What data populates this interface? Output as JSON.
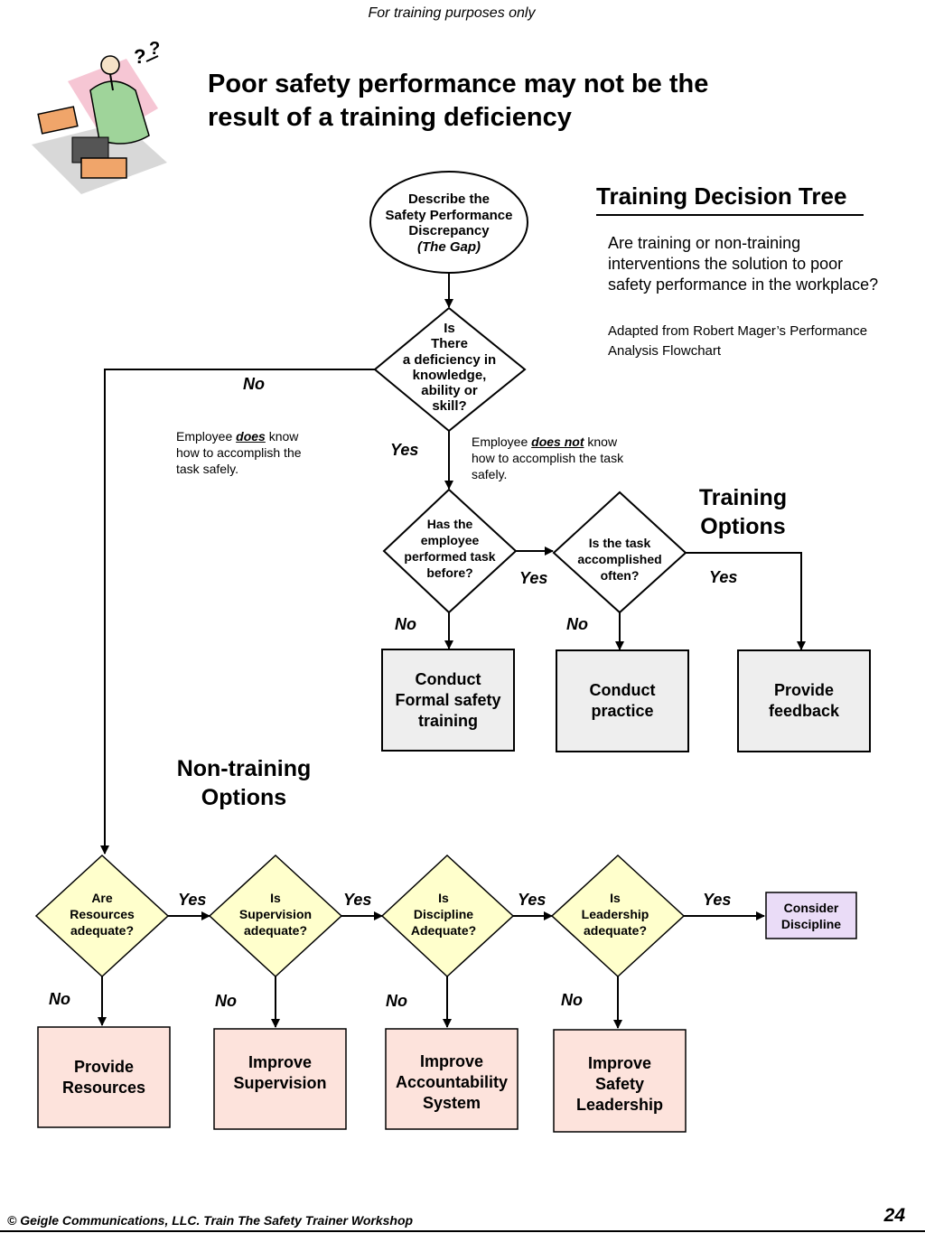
{
  "header": {
    "note": "For training purposes only"
  },
  "title": "Poor safety performance may not be the result of a training deficiency",
  "tree": {
    "title": "Training Decision Tree",
    "question": "Are training or non-training interventions the solution to poor safety performance in the workplace?",
    "credit": "Adapted from Robert Mager’s Performance Analysis Flowchart"
  },
  "nodes": {
    "start": {
      "line1": "Describe the",
      "line2": "Safety Performance",
      "line3": "Discrepancy",
      "line4": "(The Gap)"
    },
    "deficiency": {
      "line1": "Is",
      "line2": "There",
      "line3": "a deficiency in",
      "line4": "knowledge,",
      "line5": "ability or",
      "line6": "skill?"
    },
    "performed": {
      "line1": "Has the",
      "line2": "employee",
      "line3": "performed task",
      "line4": "before?"
    },
    "often": {
      "line1": "Is the task",
      "line2": "accomplished",
      "line3": "often?"
    },
    "formal": {
      "line1": "Conduct",
      "line2": "Formal safety",
      "line3": "training"
    },
    "practice": {
      "line1": "Conduct",
      "line2": "practice"
    },
    "feedback": {
      "line1": "Provide",
      "line2": "feedback"
    },
    "resources_q": {
      "line1": "Are",
      "line2": "Resources",
      "line3": "adequate?"
    },
    "supervision_q": {
      "line1": "Is",
      "line2": "Supervision",
      "line3": "adequate?"
    },
    "discipline_q": {
      "line1": "Is",
      "line2": "Discipline",
      "line3": "Adequate?"
    },
    "leadership_q": {
      "line1": "Is",
      "line2": "Leadership",
      "line3": "adequate?"
    },
    "consider": {
      "line1": "Consider",
      "line2": "Discipline"
    },
    "resources_a": {
      "line1": "Provide",
      "line2": "Resources"
    },
    "supervision_a": {
      "line1": "Improve",
      "line2": "Supervision"
    },
    "accountability_a": {
      "line1": "Improve",
      "line2": "Accountability",
      "line3": "System"
    },
    "leadership_a": {
      "line1": "Improve",
      "line2": "Safety",
      "line3": "Leadership"
    }
  },
  "labels": {
    "yes": "Yes",
    "no": "No"
  },
  "notes": {
    "knows": {
      "pre": "Employee ",
      "emph": "does",
      "post": " know how to accomplish the task safely."
    },
    "not_knows": {
      "pre": "Employee ",
      "emph": "does not",
      "post": " know how to accomplish the task safely."
    }
  },
  "sections": {
    "training": {
      "line1": "Training",
      "line2": "Options"
    },
    "non_training": {
      "line1": "Non-training",
      "line2": "Options"
    }
  },
  "footer": {
    "copyright": "© Geigle Communications, LLC. Train The Safety Trainer Workshop",
    "page": "24"
  },
  "colors": {
    "training_box": "#eeeeee",
    "question_diamond": "#ffffcc",
    "action_box": "#fde3dc",
    "consider_box": "#eadcf7"
  }
}
